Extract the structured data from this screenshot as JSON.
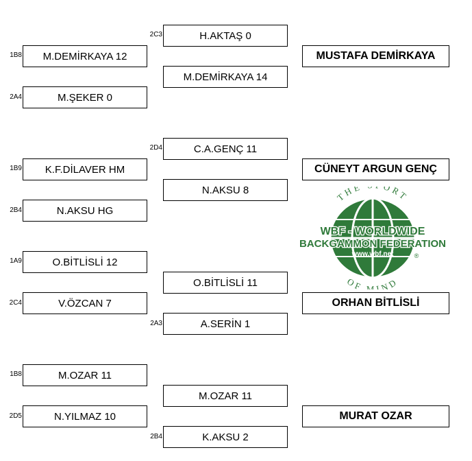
{
  "groups": [
    {
      "first_round": [
        {
          "seed": "1B8",
          "text": "M.DEMİRKAYA 12"
        },
        {
          "seed": "2A4",
          "text": "M.ŞEKER 0"
        }
      ],
      "second_round": [
        {
          "seed": "2C3",
          "text": "H.AKTAŞ 0"
        },
        {
          "seed": "",
          "text": "M.DEMİRKAYA 14"
        }
      ],
      "winner": "MUSTAFA DEMİRKAYA"
    },
    {
      "first_round": [
        {
          "seed": "1B9",
          "text": "K.F.DİLAVER HM"
        },
        {
          "seed": "2B4",
          "text": "N.AKSU HG"
        }
      ],
      "second_round": [
        {
          "seed": "2D4",
          "text": "C.A.GENÇ 11"
        },
        {
          "seed": "",
          "text": "N.AKSU 8"
        }
      ],
      "winner": "CÜNEYT ARGUN GENÇ"
    },
    {
      "first_round": [
        {
          "seed": "1A9",
          "text": "O.BİTLİSLİ 12"
        },
        {
          "seed": "2C4",
          "text": "V.ÖZCAN 7"
        }
      ],
      "second_round": [
        {
          "seed": "",
          "text": "O.BİTLİSLİ 11"
        },
        {
          "seed": "2A3",
          "text": "A.SERİN 1"
        }
      ],
      "winner": "ORHAN BİTLİSLİ"
    },
    {
      "first_round": [
        {
          "seed": "1B8",
          "text": "M.OZAR 11"
        },
        {
          "seed": "2D5",
          "text": "N.YILMAZ 10"
        }
      ],
      "second_round": [
        {
          "seed": "",
          "text": "M.OZAR 11"
        },
        {
          "seed": "2B4",
          "text": "K.AKSU 2"
        }
      ],
      "winner": "MURAT OZAR"
    }
  ],
  "logo": {
    "top_arc": "THE SPORT",
    "bottom_arc": "OF MIND",
    "line1": "WBF - WORLDWIDE",
    "line2": "BACKGAMMON FEDERATION",
    "url": "www.wbf.net",
    "registered": "®",
    "color": "#2f7a3a"
  }
}
